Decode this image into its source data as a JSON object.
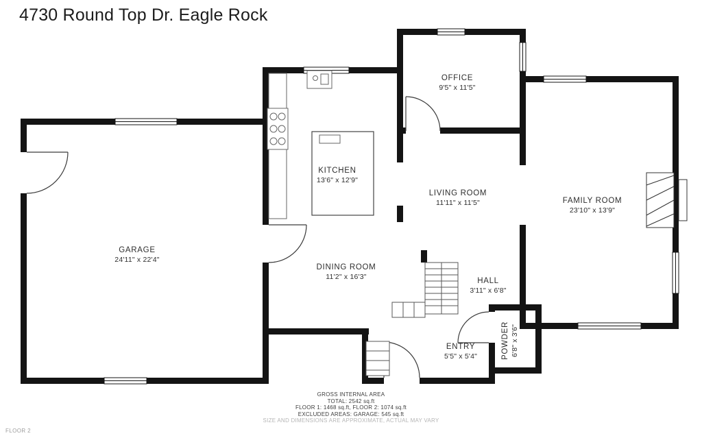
{
  "title": "4730 Round Top Dr. Eagle Rock",
  "floor_label": "FLOOR 2",
  "footer": {
    "line1": "GROSS INTERNAL AREA",
    "line2": "TOTAL: 2542 sq.ft",
    "line3": "FLOOR 1: 1468 sq.ft, FLOOR 2: 1074 sq.ft",
    "line4": "EXCLUDED AREAS: GARAGE: 545 sq.ft",
    "line5": "SIZE AND DIMENSIONS ARE APPROXIMATE, ACTUAL MAY VARY"
  },
  "rooms": {
    "garage": {
      "name": "GARAGE",
      "dimensions": "24'11\" x 22'4\""
    },
    "kitchen": {
      "name": "KITCHEN",
      "dimensions": "13'6\" x 12'9\""
    },
    "office": {
      "name": "OFFICE",
      "dimensions": "9'5\" x 11'5\""
    },
    "living_room": {
      "name": "LIVING ROOM",
      "dimensions": "11'11\" x 11'5\""
    },
    "family_room": {
      "name": "FAMILY ROOM",
      "dimensions": "23'10\" x 13'9\""
    },
    "dining_room": {
      "name": "DINING ROOM",
      "dimensions": "11'2\" x 16'3\""
    },
    "hall": {
      "name": "HALL",
      "dimensions": "3'11\" x 6'8\""
    },
    "entry": {
      "name": "ENTRY",
      "dimensions": "5'5\" x 5'4\""
    },
    "powder": {
      "name": "POWDER",
      "dimensions": "6'8\" x 3'6\""
    }
  },
  "colors": {
    "wall": "#141414",
    "label": "#2d2d2d",
    "muted": "#b5b5b5",
    "background": "#ffffff"
  }
}
